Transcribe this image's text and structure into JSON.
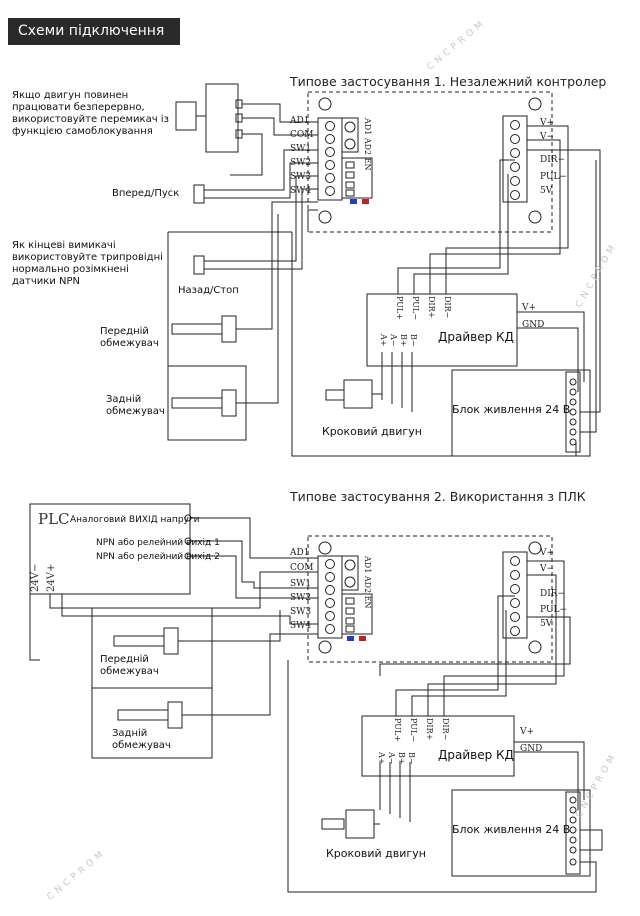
{
  "header": {
    "title": "Схеми підключення"
  },
  "watermark": "CNCPROM",
  "diagram1": {
    "title": "Типове застосування 1. Незалежний контролер",
    "note_switch": "Якщо двигун повинен працювати безперервно, використовуйте перемикач із функцією самоблокування",
    "forward_label": "Вперед/Пуск",
    "note_sensors": "Як кінцеві вимикачі використовуйте трипровідні нормально розімкнені датчики NPN",
    "back_label": "Назад/Стоп",
    "front_limit": "Передній обмежувач",
    "rear_limit": "Задній обмежувач",
    "wires": [
      "AD1",
      "COM",
      "SW1",
      "SW2",
      "SW3",
      "SW4"
    ],
    "controller_label": "AD1 AD2 EN",
    "out_pins": [
      "V+",
      "V−",
      "DIR−",
      "PUL−",
      "5V"
    ],
    "driver_pins_top": [
      "PUL+",
      "PUL−",
      "DIR+",
      "DIR−"
    ],
    "driver_pins_side": [
      "V+",
      "GND"
    ],
    "driver_pins_bottom": [
      "A+",
      "A−",
      "B+",
      "B−"
    ],
    "driver_label": "Драйвер КД",
    "psu_label": "Блок живлення 24 В",
    "motor_label": "Кроковий двигун"
  },
  "diagram2": {
    "title": "Типове застосування 2. Використання з ПЛК",
    "plc_label": "PLC",
    "plc_24v_minus": "24V−",
    "plc_24v_plus": "24V+",
    "analog_out": "Аналоговий ВИХІД напруги",
    "npn_out_1": "NPN або релейний вихід 1",
    "npn_out_2": "NPN або релейний вихід 2",
    "wires": [
      "AD1",
      "COM",
      "SW1",
      "SW2",
      "SW3",
      "SW4"
    ],
    "controller_label": "AD1 AD2 EN",
    "out_pins": [
      "V+",
      "V−",
      "DIR−",
      "PUL−",
      "5V"
    ],
    "driver_pins_top": [
      "PUL+",
      "PUL−",
      "DIR+",
      "DIR−"
    ],
    "driver_pins_side": [
      "V+",
      "GND"
    ],
    "driver_pins_bottom": [
      "A+",
      "A−",
      "B+",
      "B−"
    ],
    "front_limit": "Передній обмежувач",
    "rear_limit": "Задній обмежувач",
    "driver_label": "Драйвер КД",
    "psu_label": "Блок живлення 24 В",
    "motor_label": "Кроковий двигун"
  }
}
